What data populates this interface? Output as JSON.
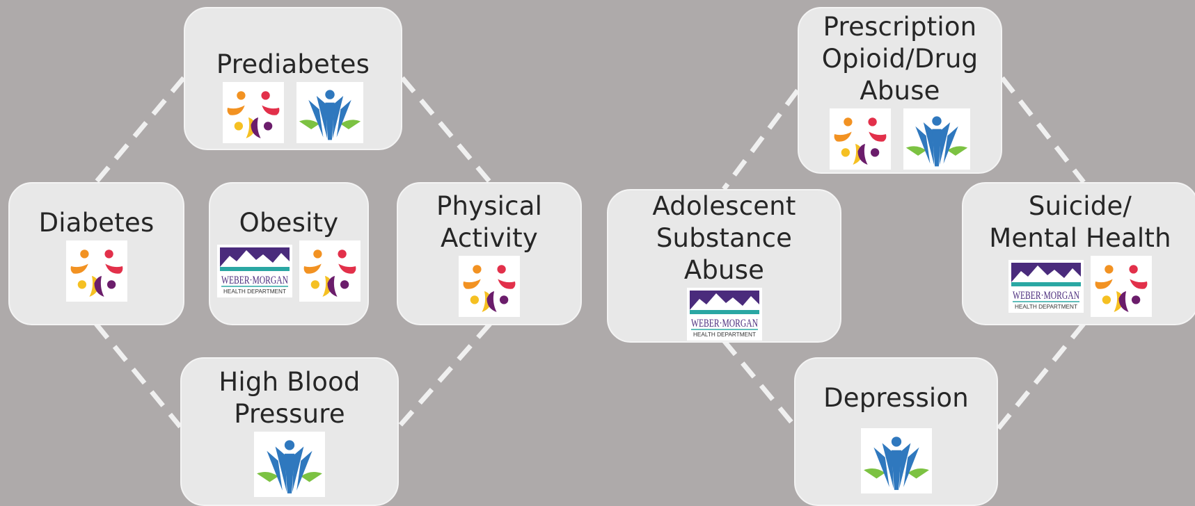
{
  "colors": {
    "background": "#aeaaaa",
    "node_fill": "#e8e8e8",
    "connector": "#f0f0f0",
    "people_orange": "#f29222",
    "people_red": "#e2304a",
    "people_yellow": "#f5c022",
    "people_purple": "#6b1d6b",
    "blue_figure": "#2f78be",
    "green_leaf": "#7cc242",
    "weber_purple": "#4a2b7c",
    "weber_teal": "#2aa7a3"
  },
  "nodes": {
    "prediabetes": {
      "label": "Prediabetes",
      "logos": [
        "people-logo",
        "blue-figure-logo"
      ]
    },
    "diabetes": {
      "label": "Diabetes",
      "logos": [
        "people-logo"
      ]
    },
    "obesity": {
      "label": "Obesity",
      "logos": [
        "weber-morgan-logo",
        "people-logo"
      ]
    },
    "physical_activity": {
      "label": "Physical\nActivity",
      "logos": [
        "people-logo"
      ]
    },
    "high_blood_pressure": {
      "label": "High Blood\nPressure",
      "logos": [
        "blue-figure-logo"
      ]
    },
    "prescription_opioid": {
      "label": "Prescription\nOpioid/Drug\nAbuse",
      "logos": [
        "people-logo",
        "blue-figure-logo"
      ]
    },
    "adolescent_substance": {
      "label": "Adolescent\nSubstance\nAbuse",
      "logos": [
        "weber-morgan-logo"
      ]
    },
    "suicide_mental": {
      "label": "Suicide/\nMental Health",
      "logos": [
        "weber-morgan-logo",
        "people-logo"
      ]
    },
    "depression": {
      "label": "Depression",
      "logos": [
        "blue-figure-logo"
      ]
    }
  },
  "weber_logo_text": {
    "line1": "WEBER·MORGAN",
    "line2": "HEALTH DEPARTMENT"
  }
}
